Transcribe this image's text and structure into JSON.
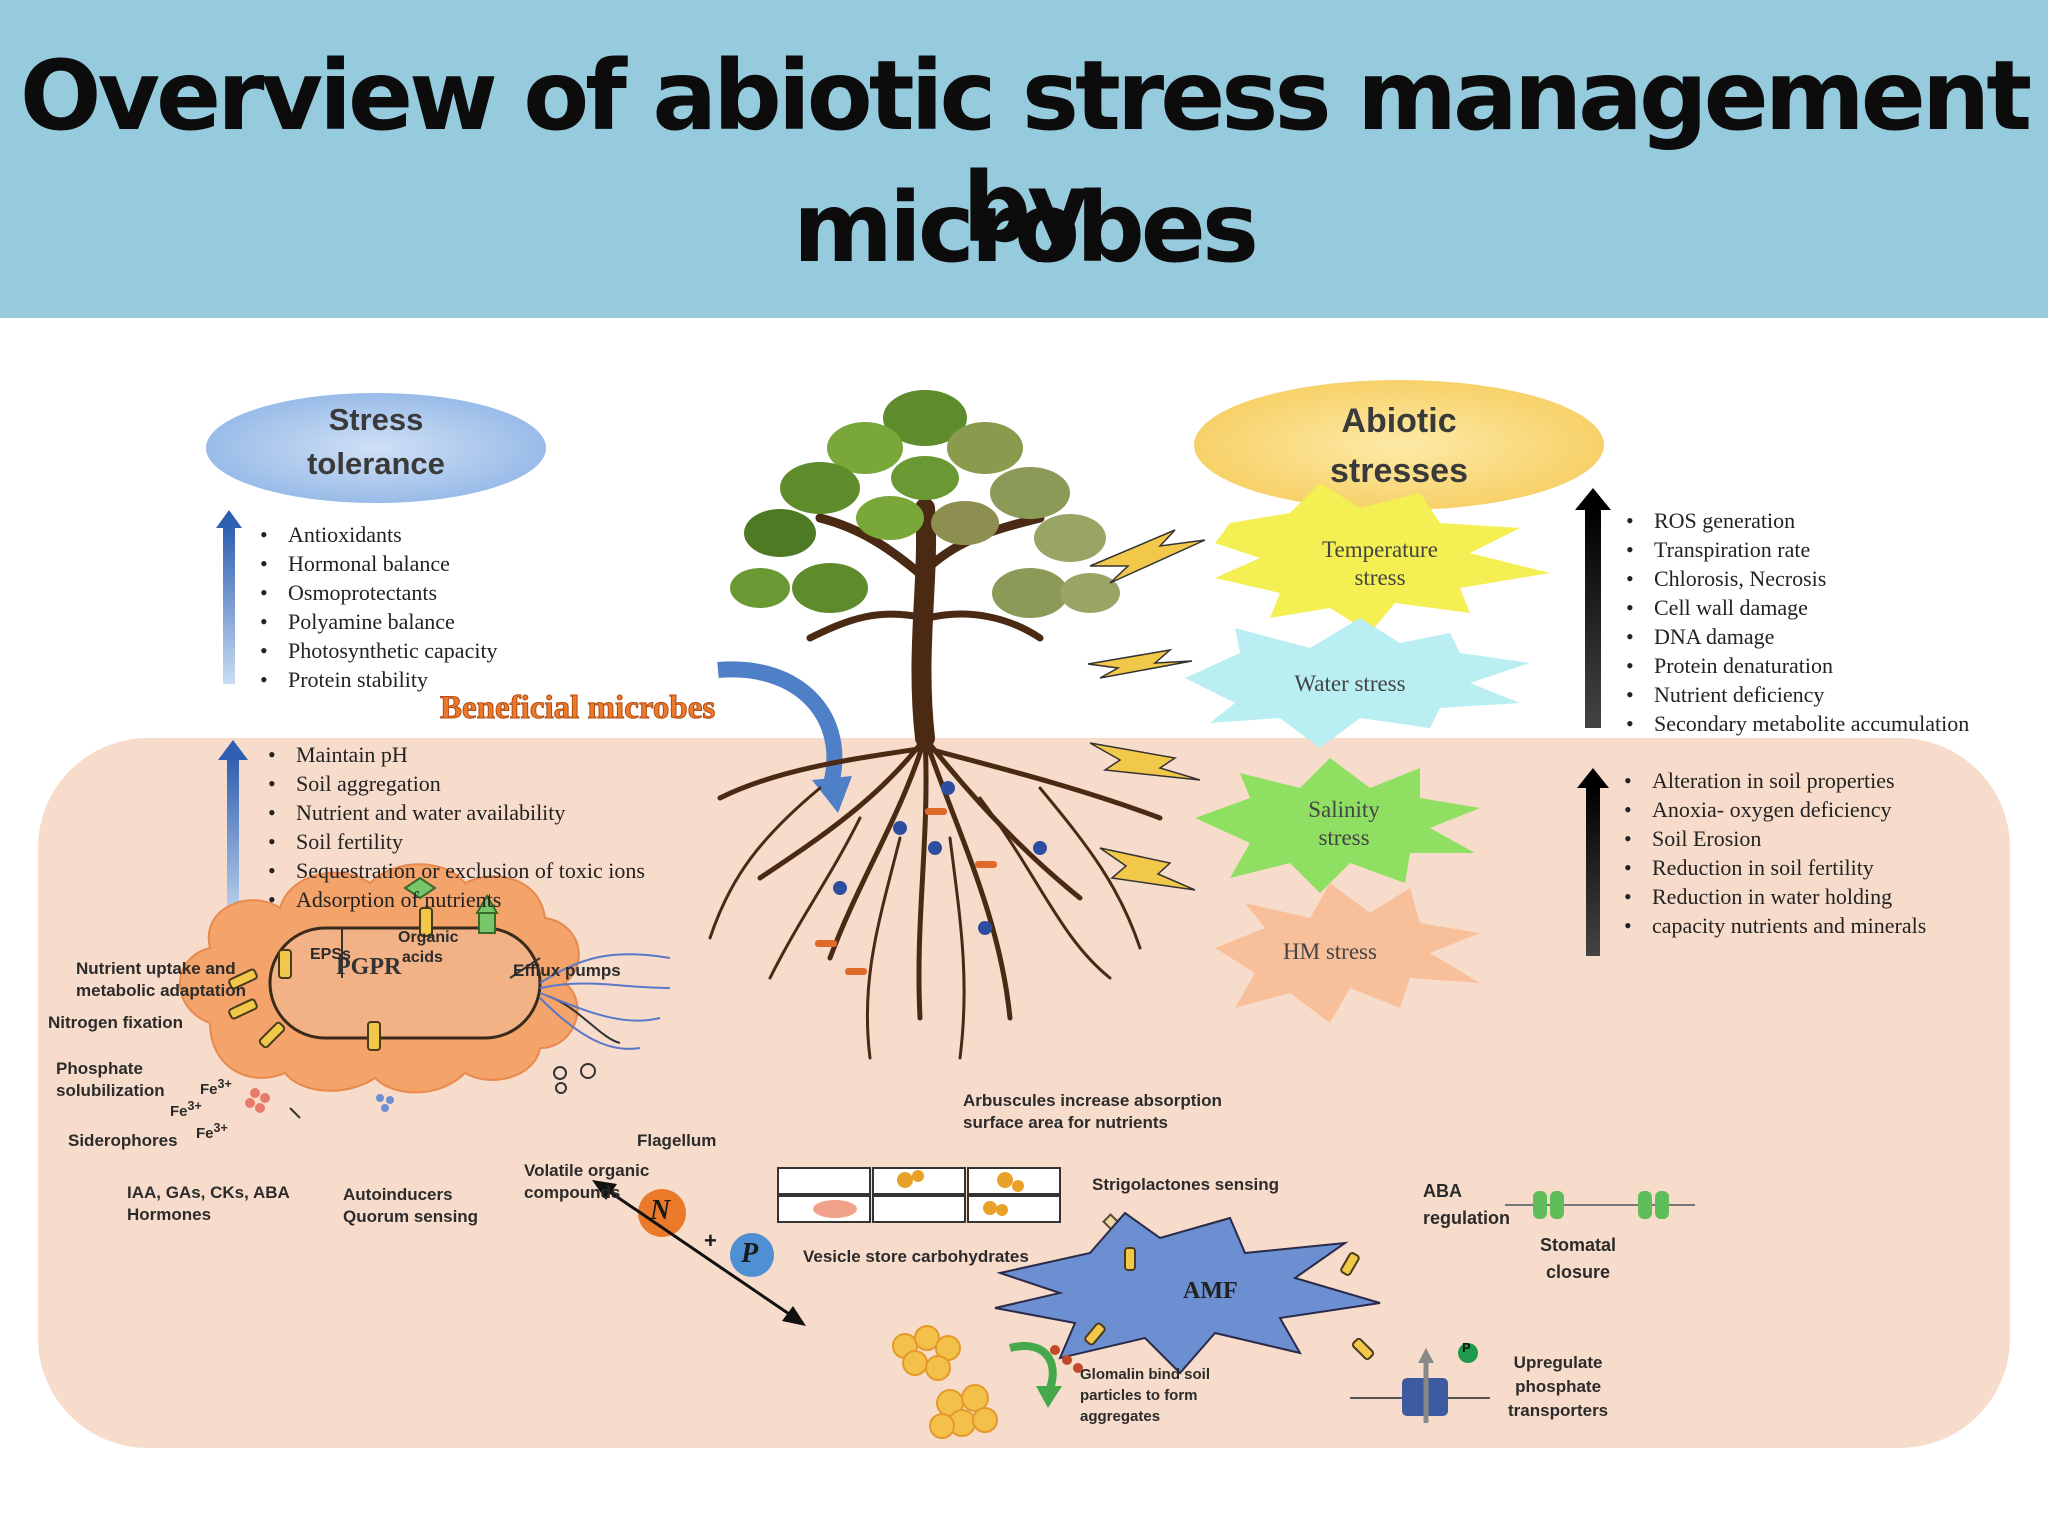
{
  "title": {
    "line1": "Overview of abiotic stress management by",
    "line2": "microbes"
  },
  "stress_tolerance": {
    "heading_line1": "Stress",
    "heading_line2": "tolerance",
    "plant_effects": [
      "Antioxidants",
      "Hormonal balance",
      "Osmoprotectants",
      "Polyamine balance",
      "Photosynthetic capacity",
      "Protein stability"
    ],
    "soil_effects": [
      "Maintain pH",
      "Soil aggregation",
      "Nutrient and water availability",
      "Soil fertility",
      "Sequestration or exclusion of toxic ions",
      "Adsorption of nutrients"
    ]
  },
  "beneficial_microbes": "Beneficial microbes",
  "abiotic_stresses": {
    "heading_line1": "Abiotic",
    "heading_line2": "stresses",
    "stress_types": {
      "temperature_line1": "Temperature",
      "temperature_line2": "stress",
      "water": "Water stress",
      "salinity_line1": "Salinity",
      "salinity_line2": "stress",
      "hm": "HM stress"
    },
    "plant_effects": [
      "ROS generation",
      "Transpiration rate",
      "Chlorosis, Necrosis",
      "Cell wall damage",
      "DNA damage",
      "Protein denaturation",
      "Nutrient deficiency",
      "Secondary metabolite accumulation"
    ],
    "soil_effects": [
      "Alteration in soil properties",
      "Anoxia- oxygen deficiency",
      "Soil Erosion",
      "Reduction in soil fertility",
      "Reduction in water holding",
      "capacity nutrients and minerals"
    ]
  },
  "pgpr": {
    "label": "PGPR",
    "nutrient_line1": "Nutrient uptake and",
    "nutrient_line2": "metabolic adaptation",
    "nitrogen": "Nitrogen fixation",
    "phosphate_line1": "Phosphate",
    "phosphate_line2": "solubilization",
    "fe1": "Fe",
    "fe2": "Fe",
    "fe3": "Fe",
    "fe_charge": "3+",
    "siderophores": "Siderophores",
    "hormones_line1": "IAA, GAs, CKs, ABA",
    "hormones_line2": "Hormones",
    "autoinducers_line1": "Autoinducers",
    "autoinducers_line2": "Quorum sensing",
    "volatile_line1": "Volatile organic",
    "volatile_line2": "compounds",
    "flagellum": "Flagellum",
    "eps": "EPSs",
    "organic_line1": "Organic",
    "organic_line2": "acids",
    "efflux": "Efflux pumps"
  },
  "amf": {
    "label": "AMF",
    "arbuscules_line1": "Arbuscules increase absorption",
    "arbuscules_line2": "surface area for nutrients",
    "vesicle": "Vesicle store carbohydrates",
    "strigolactones": "Strigolactones sensing",
    "aba_line1": "ABA",
    "aba_line2": "regulation",
    "stomatal_line1": "Stomatal",
    "stomatal_line2": "closure",
    "glomalin_line1": "Glomalin bind soil",
    "glomalin_line2": "particles to form",
    "glomalin_line3": "aggregates",
    "upregulate_line1": "Upregulate",
    "upregulate_line2": "phosphate",
    "upregulate_line3": "transporters",
    "n_symbol": "N",
    "p_symbol": "P",
    "plus": "+",
    "p_small": "P"
  },
  "colors": {
    "header": "#96cadd",
    "soil": "#f8dccb",
    "pgpr_cloud": "#f4a36b",
    "amf_star": "#6c8fd1",
    "temperature": "#f4ef52",
    "water": "#b9eef2",
    "salinity": "#8fe062",
    "hm": "#f7c09a",
    "stress_tolerance_oval": "#a6c6ea",
    "abiotic_oval": "#f9d77c"
  }
}
